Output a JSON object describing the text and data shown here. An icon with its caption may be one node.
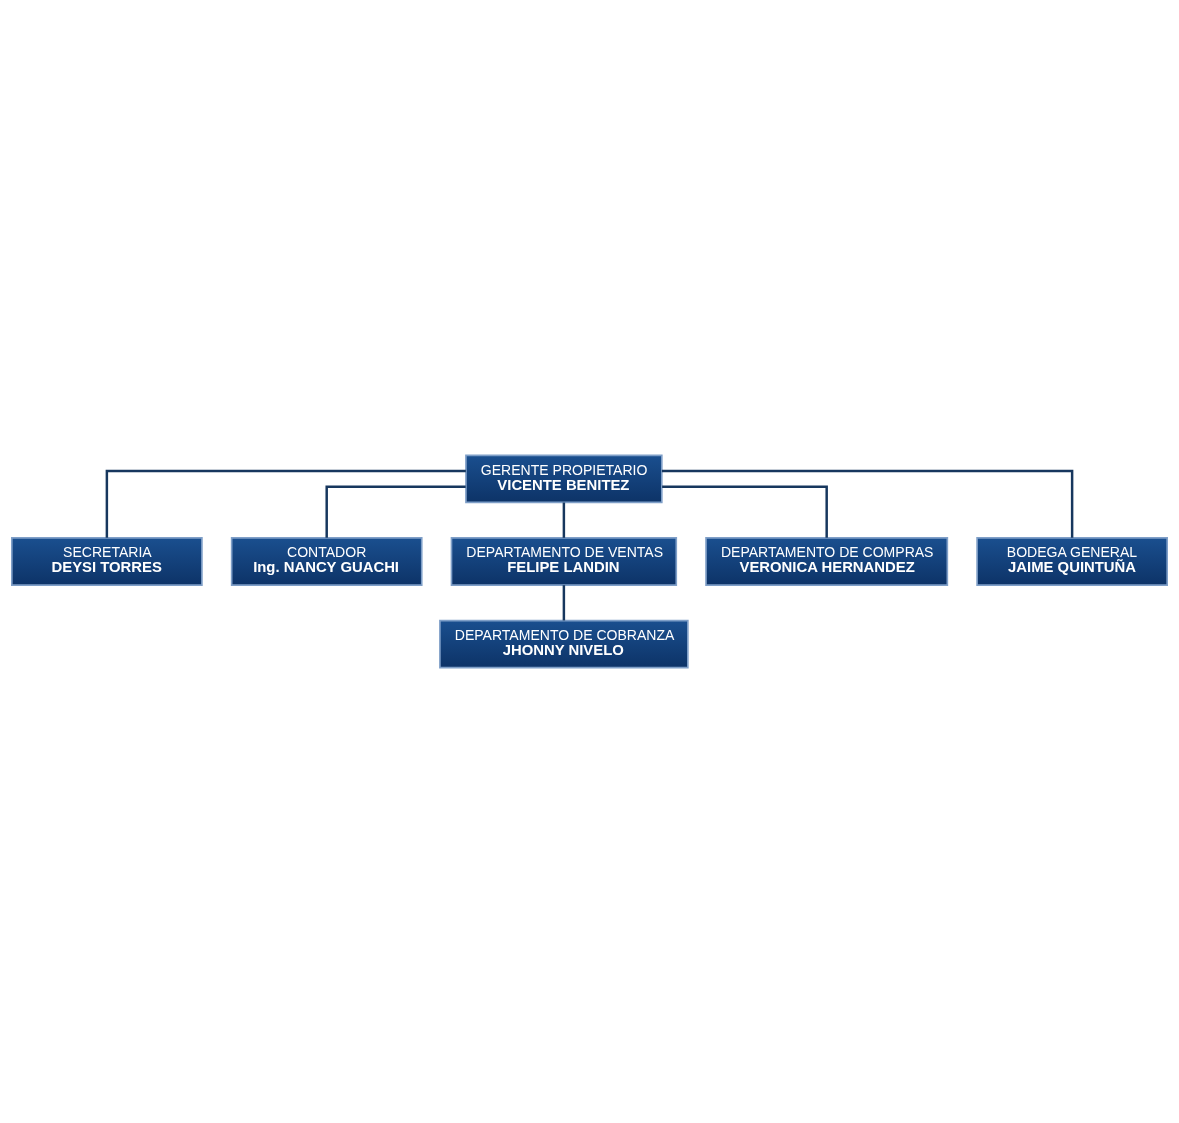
{
  "diagram": {
    "nodes": [
      {
        "text": [
          "GERENTE PROPIETARIO",
          "VICENTE BENITEZ"
        ]
      },
      {
        "text": [
          "SECRETARIA",
          "DEYSI TORRES"
        ]
      },
      {
        "text": [
          "CONTADOR",
          "Ing. NANCY GUACHI"
        ]
      },
      {
        "text": [
          "DEPARTAMENTO DE VENTAS",
          "FELIPE LANDIN"
        ]
      },
      {
        "text": [
          "DEPARTAMENTO DE COMPRAS",
          "VERONICA HERNANDEZ"
        ]
      },
      {
        "text": [
          "BODEGA GENERAL",
          "JAIME QUINTUÑA"
        ]
      },
      {
        "text": [
          "DEPARTAMENTO DE COBRANZA",
          "JHONNY NIVELO"
        ]
      }
    ],
    "edges": [
      {
        "from": 0,
        "to": 1,
        "arrow": "none"
      },
      {
        "from": 0,
        "to": 2,
        "arrow": "none"
      },
      {
        "from": 0,
        "to": 3,
        "arrow": "none"
      },
      {
        "from": 0,
        "to": 4,
        "arrow": "none"
      },
      {
        "from": 0,
        "to": 5,
        "arrow": "none"
      },
      {
        "from": 3,
        "to": 6,
        "arrow": "none"
      }
    ]
  }
}
